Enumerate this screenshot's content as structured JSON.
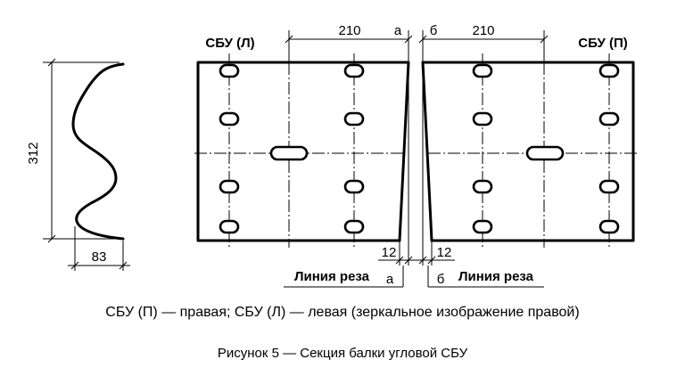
{
  "labels": {
    "left_section": "СБУ (Л)",
    "right_section": "СБУ (П)",
    "dim_210_left": "210",
    "dim_210_right": "210",
    "dim_height": "312",
    "dim_depth": "83",
    "dim_12_left": "12",
    "dim_12_right": "12",
    "mark_a_top": "а",
    "mark_b_top": "б",
    "mark_a_bottom": "а",
    "mark_b_bottom": "б",
    "cut_line_left": "Линия реза",
    "cut_line_right": "Линия реза"
  },
  "note": "СБУ (П) — правая; СБУ (Л) — левая (зеркальное изображение правой)",
  "caption": "Рисунок 5 — Секция балки угловой СБУ"
}
